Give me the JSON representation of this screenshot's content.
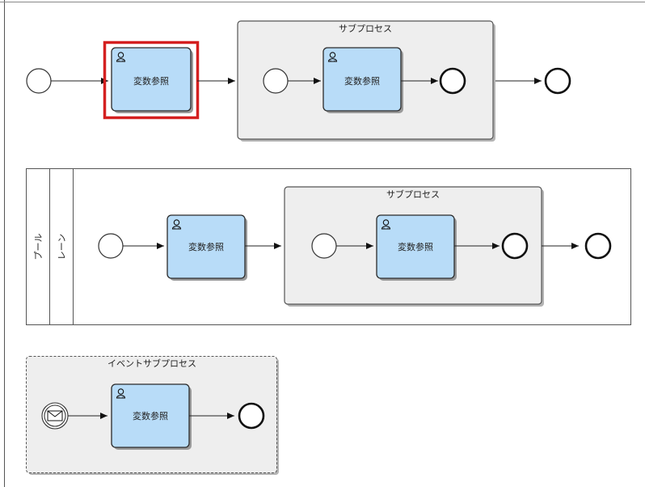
{
  "labels": {
    "task": "変数参照",
    "subprocess": "サブプロセス",
    "event_subprocess": "イベントサブプロセス",
    "pool": "プール",
    "lane": "レーン"
  },
  "colors": {
    "task_fill": "#b8dcf8",
    "subprocess_fill": "#eeeeee",
    "selection": "#d42020"
  },
  "icons": {
    "task_type": "user-task-icon",
    "start_event": "message-start-event-icon"
  }
}
